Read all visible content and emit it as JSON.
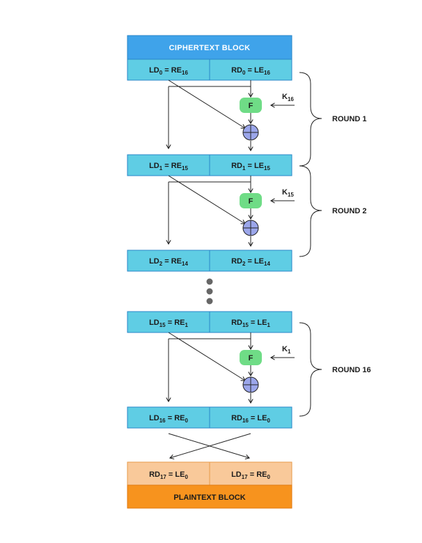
{
  "colors": {
    "cipher_header": "#3fa3ea",
    "cipher_row": "#5fcde4",
    "f_box": "#6fdc86",
    "xor_fill": "#9ba6ea",
    "plain_row": "#f9c99a",
    "plain_header": "#f7931e",
    "lines": "#222222",
    "dots": "#666666"
  },
  "icons": {
    "xor": "xor-circle-plus-icon",
    "dots": "vertical-ellipsis-icon"
  },
  "ciphertext_label": "CIPHERTEXT BLOCK",
  "plaintext_label": "PLAINTEXT BLOCK",
  "function_label": "F",
  "rows": [
    {
      "left": {
        "base": "LD",
        "sub": "0",
        "eq": " = ",
        "base2": "RE",
        "sub2": "16"
      },
      "right": {
        "base": "RD",
        "sub": "0",
        "eq": " = ",
        "base2": "LE",
        "sub2": "16"
      }
    },
    {
      "left": {
        "base": "LD",
        "sub": "1",
        "eq": " = ",
        "base2": "RE",
        "sub2": "15"
      },
      "right": {
        "base": "RD",
        "sub": "1",
        "eq": " = ",
        "base2": "LE",
        "sub2": "15"
      }
    },
    {
      "left": {
        "base": "LD",
        "sub": "2",
        "eq": " = ",
        "base2": "RE",
        "sub2": "14"
      },
      "right": {
        "base": "RD",
        "sub": "2",
        "eq": " = ",
        "base2": "LE",
        "sub2": "14"
      }
    },
    {
      "left": {
        "base": "LD",
        "sub": "15",
        "eq": " = ",
        "base2": "RE",
        "sub2": "1"
      },
      "right": {
        "base": "RD",
        "sub": "15",
        "eq": " = ",
        "base2": "LE",
        "sub2": "1"
      }
    },
    {
      "left": {
        "base": "LD",
        "sub": "16",
        "eq": " = ",
        "base2": "RE",
        "sub2": "0"
      },
      "right": {
        "base": "RD",
        "sub": "16",
        "eq": " = ",
        "base2": "LE",
        "sub2": "0"
      }
    }
  ],
  "final_row": {
    "left": {
      "base": "RD",
      "sub": "17",
      "eq": " = ",
      "base2": "LE",
      "sub2": "0"
    },
    "right": {
      "base": "LD",
      "sub": "17",
      "eq": " = ",
      "base2": "RE",
      "sub2": "0"
    }
  },
  "rounds": [
    {
      "label": "ROUND 1",
      "key": "K",
      "key_sub": "16"
    },
    {
      "label": "ROUND 2",
      "key": "K",
      "key_sub": "15"
    },
    {
      "label": "ROUND 16",
      "key": "K",
      "key_sub": "1"
    }
  ]
}
